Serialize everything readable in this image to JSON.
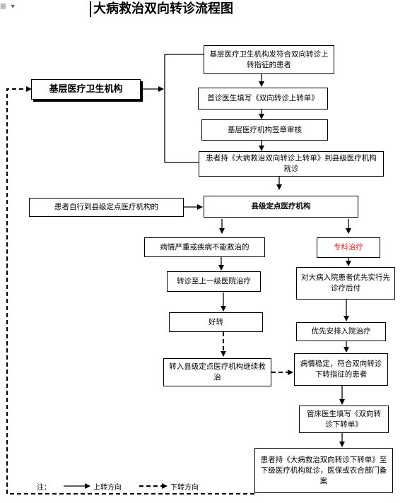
{
  "header": {
    "title": "大病救治双向转诊流程图",
    "corner_glyph": "⊞",
    "corner_arrow": "▾"
  },
  "nodes": {
    "primary_institution": "基层医疗卫生机构",
    "upward_indication": "基层医疗卫生机构发符合双向转诊上转指征的患者",
    "first_doctor_fill": "首诊医生填写《双向转诊上转单》",
    "institution_review": "基层医疗机构签章审核",
    "patient_holds_form": "患者持《大病救治双向转诊上转单》到县级医疗机构就诊",
    "self_visit": "患者自行到县级定点医疗机构的",
    "county_hospital": "县级定点医疗机构",
    "severe_illness": "病情严重或疾病不能救治的",
    "specialist_treatment": "专科治疗",
    "transfer_higher": "转诊至上一级医院治疗",
    "treat_first_pay_later": "对大病入院患者优先实行先诊疗后付",
    "improved": "好转",
    "priority_admission": "优先安排入院治疗",
    "back_to_county": "转入县级定点医疗机构继续救治",
    "stable_downward": "病情稳定，符合双向转诊下转指征的患者",
    "doctor_fill_down": "管床医生填写《双向转诊下转单》",
    "patient_down_final": "患者持《大病救治双向转诊下转单》至下级医疗机构就诊，医保或农合部门备案"
  },
  "legend": {
    "note_label": "注：",
    "up_label": "上转方向",
    "down_label": "下转方向"
  },
  "colors": {
    "line": "#000000",
    "accent_text": "#e02020"
  }
}
